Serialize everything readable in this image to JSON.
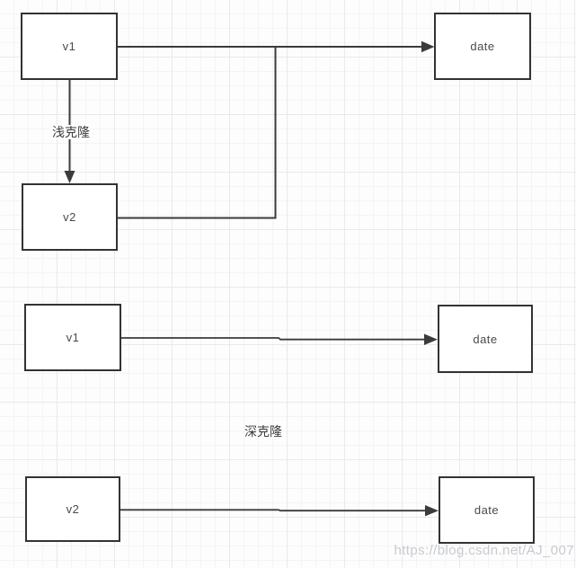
{
  "diagram": {
    "shallow_section": {
      "nodes": {
        "v1": "v1",
        "v2": "v2",
        "date": "date"
      },
      "edge_label": "浅克隆"
    },
    "deep_section": {
      "nodes": {
        "v1": "v1",
        "date_top": "date",
        "v2": "v2",
        "date_bottom": "date"
      },
      "label": "深克隆"
    }
  },
  "watermark": "https://blog.csdn.net/AJ_007",
  "colors": {
    "line": "#3b3b3b",
    "box_border": "#333333",
    "box_fill": "#ffffff",
    "node_text": "#4a4a4a",
    "label_text": "#3d3d3d",
    "grid_minor": "#f4f4f4",
    "grid_major": "#e9e9e9",
    "watermark_text": "#c7cad0",
    "background": "#fdfdfd"
  }
}
